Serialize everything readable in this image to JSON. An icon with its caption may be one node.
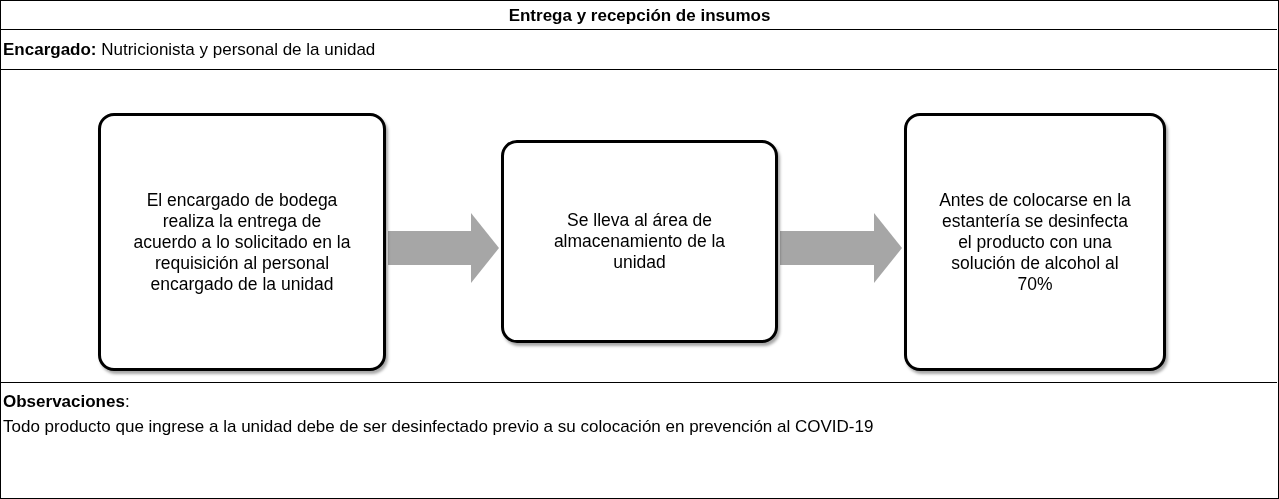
{
  "diagram": {
    "title": "Entrega y recepción de insumos",
    "nodes": [
      {
        "text": [
          "El encargado de bodega  realiza la entrega de acuerdo a lo solicitado en la requisición al personal encargado de la unidad"
        ]
      },
      {
        "text": [
          "Se lleva al área de almacenamiento de la unidad"
        ]
      },
      {
        "text": [
          "Antes de colocarse en la estantería se desinfecta el producto con una solución de alcohol al 70%"
        ]
      }
    ],
    "edges": [
      {
        "from": 0,
        "to": 1,
        "arrow": "to"
      },
      {
        "from": 1,
        "to": 2,
        "arrow": "to"
      }
    ],
    "labels": [
      "**Encargado:** Nutricionista y personal de la unidad",
      "**Observaciones**:",
      "Todo producto que ingrese a la unidad debe de ser desinfectado previo a su colocación en prevención al COVID-19"
    ]
  }
}
